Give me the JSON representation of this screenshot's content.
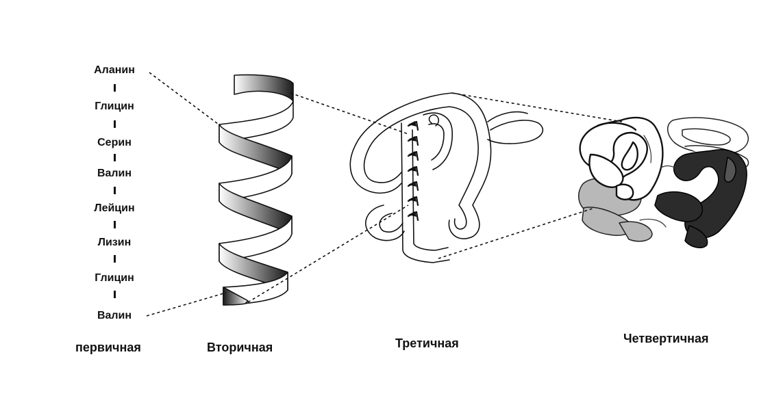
{
  "primary": {
    "amino_acids": [
      "Аланин",
      "Глицин",
      "Серин",
      "Валин",
      "Лейцин",
      "Лизин",
      "Глицин",
      "Валин"
    ]
  },
  "levels": {
    "primary": "первичная",
    "secondary": "Вторичная",
    "tertiary": "Третичная",
    "quaternary": "Четвертичная"
  }
}
